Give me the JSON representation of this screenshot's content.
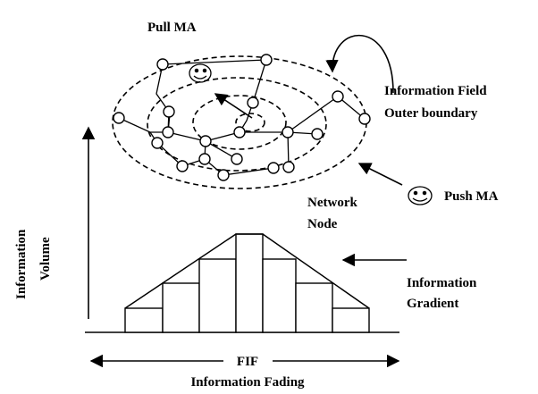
{
  "labels": {
    "pull_ma": "Pull MA",
    "info_field_line1": "Information Field",
    "info_field_line2": "Outer boundary",
    "push_ma": "Push MA",
    "network_node_line1": "Network",
    "network_node_line2": "Node",
    "info_volume_line1": "Information",
    "info_volume_line2": "Volume",
    "info_gradient_line1": "Information",
    "info_gradient_line2": "Gradient",
    "fif": "FIF",
    "info_fading": "Information Fading"
  },
  "icons": {
    "pull_agent": "smiley-face-icon",
    "push_agent": "smiley-face-icon"
  },
  "histogram": {
    "bar_heights": [
      1,
      2,
      3,
      4,
      3,
      2,
      1
    ],
    "description_levels": 4
  },
  "colors": {
    "ink": "#000000",
    "background": "#ffffff"
  }
}
